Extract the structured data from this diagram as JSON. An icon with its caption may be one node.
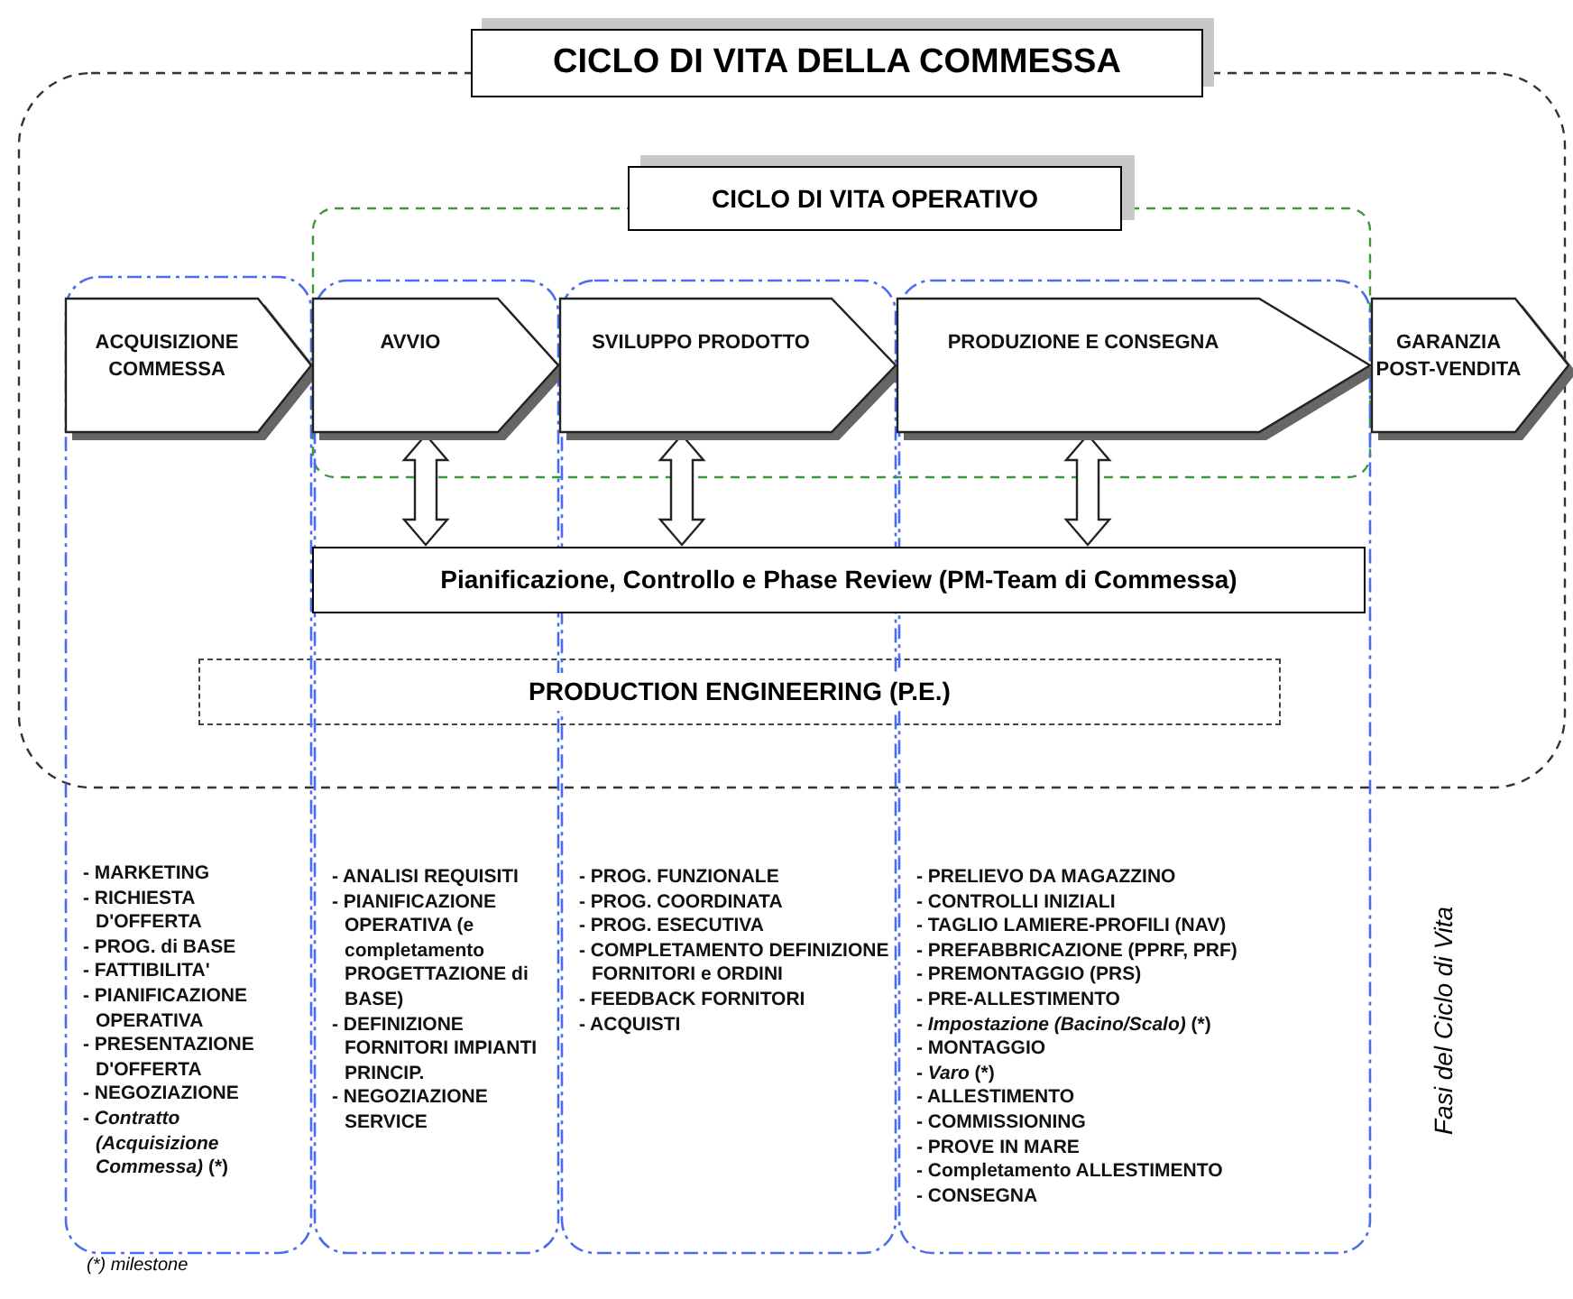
{
  "diagram": {
    "nodes": [
      {
        "text": [
          "CICLO DI VITA DELLA COMMESSA"
        ]
      },
      {
        "text": [
          "CICLO DI VITA OPERATIVO"
        ],
        "in": 0
      },
      {
        "text": [
          "ACQUISIZIONE COMMESSA"
        ]
      },
      {
        "text": [
          "AVVIO"
        ]
      },
      {
        "text": [
          "SVILUPPO PRODOTTO"
        ]
      },
      {
        "text": [
          "PRODUZIONE E CONSEGNA"
        ]
      },
      {
        "text": [
          "GARANZIA POST-VENDITA"
        ]
      },
      {
        "text": [
          "Pianificazione, Controllo e Phase Review (PM-Team di Commessa)"
        ],
        "in": 0
      },
      {
        "text": [
          "PRODUCTION ENGINEERING (P.E.)"
        ],
        "in": 0
      },
      {
        "text": [
          "- MARKETING",
          "- RICHIESTA D'OFFERTA",
          "- PROG. di BASE",
          "- FATTIBILITA'",
          "- PIANIFICAZIONE OPERATIVA",
          "- PRESENTAZIONE D'OFFERTA",
          "- NEGOZIAZIONE",
          "- *Contratto (Acquisizione Commessa)* (*)"
        ]
      },
      {
        "text": [
          "- ANALISI REQUISITI",
          "- PIANIFICAZIONE OPERATIVA (e completamento PROGETTAZIONE di BASE)",
          "- DEFINIZIONE FORNITORI IMPIANTI PRINCIP.",
          "- NEGOZIAZIONE SERVICE"
        ]
      },
      {
        "text": [
          "- PROG. FUNZIONALE",
          "- PROG. COORDINATA",
          "- PROG. ESECUTIVA",
          "- COMPLETAMENTO DEFINIZIONE FORNITORI e ORDINI",
          "- FEEDBACK FORNITORI",
          "- ACQUISTI"
        ]
      },
      {
        "text": [
          "- PRELIEVO DA MAGAZZINO",
          "- CONTROLLI INIZIALI",
          "- TAGLIO LAMIERE-PROFILI (NAV)",
          "- PREFABBRICAZIONE (PPRF, PRF)",
          "- PREMONTAGGIO (PRS)",
          "- PRE-ALLESTIMENTO",
          "- *Impostazione (Bacino/Scalo)* (*)",
          "- MONTAGGIO",
          "- *Varo* (*)",
          "- ALLESTIMENTO",
          "- COMMISSIONING",
          "- PROVE IN MARE",
          "- Completamento ALLESTIMENTO",
          "- CONSEGNA"
        ]
      }
    ],
    "edges": [
      {
        "from": 3,
        "to": 7,
        "arrow": "both",
        "style": "thick"
      },
      {
        "from": 4,
        "to": 7,
        "arrow": "both",
        "style": "thick"
      },
      {
        "from": 5,
        "to": 7,
        "arrow": "both",
        "style": "thick"
      }
    ],
    "labels": [
      "Fasi del Ciclo di Vita",
      "(*) milestone"
    ]
  }
}
